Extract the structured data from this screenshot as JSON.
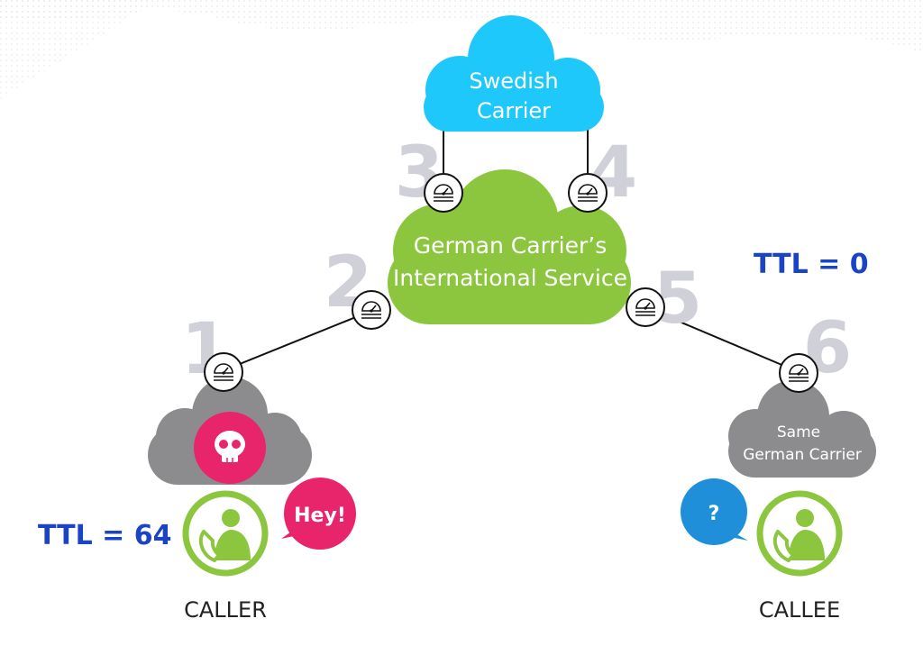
{
  "clouds": {
    "swedish": {
      "line1": "Swedish",
      "line2": "Carrier",
      "color": "#1ec8fb"
    },
    "german_intl": {
      "line1": "German Carrier’s",
      "line2": "International Service",
      "color": "#8cc63f"
    },
    "caller_carrier": {
      "color": "#8c8c8e"
    },
    "callee_carrier": {
      "line1": "Same",
      "line2": "German Carrier",
      "color": "#8c8c8e"
    }
  },
  "hops": [
    {
      "label": "1",
      "icon": "speedometer-icon"
    },
    {
      "label": "2",
      "icon": "speedometer-icon"
    },
    {
      "label": "3",
      "icon": "speedometer-icon"
    },
    {
      "label": "4",
      "icon": "speedometer-icon"
    },
    {
      "label": "5",
      "icon": "speedometer-icon"
    },
    {
      "label": "6",
      "icon": "speedometer-icon"
    }
  ],
  "ttl_start": "TTL = 64",
  "ttl_end": "TTL = 0",
  "caller": {
    "label": "CALLER",
    "bubble": "Hey!",
    "bubble_color": "#e8246a",
    "icon": "phone-user-icon"
  },
  "callee": {
    "label": "CALLEE",
    "bubble": "?",
    "bubble_color": "#1e8fd8",
    "icon": "phone-user-icon"
  },
  "skull": {
    "icon": "skull-icon",
    "color": "#e8246a"
  },
  "colors": {
    "ring": "#8cc63f",
    "hop_number": "#cfd0d8",
    "ttl": "#1a44c4"
  }
}
